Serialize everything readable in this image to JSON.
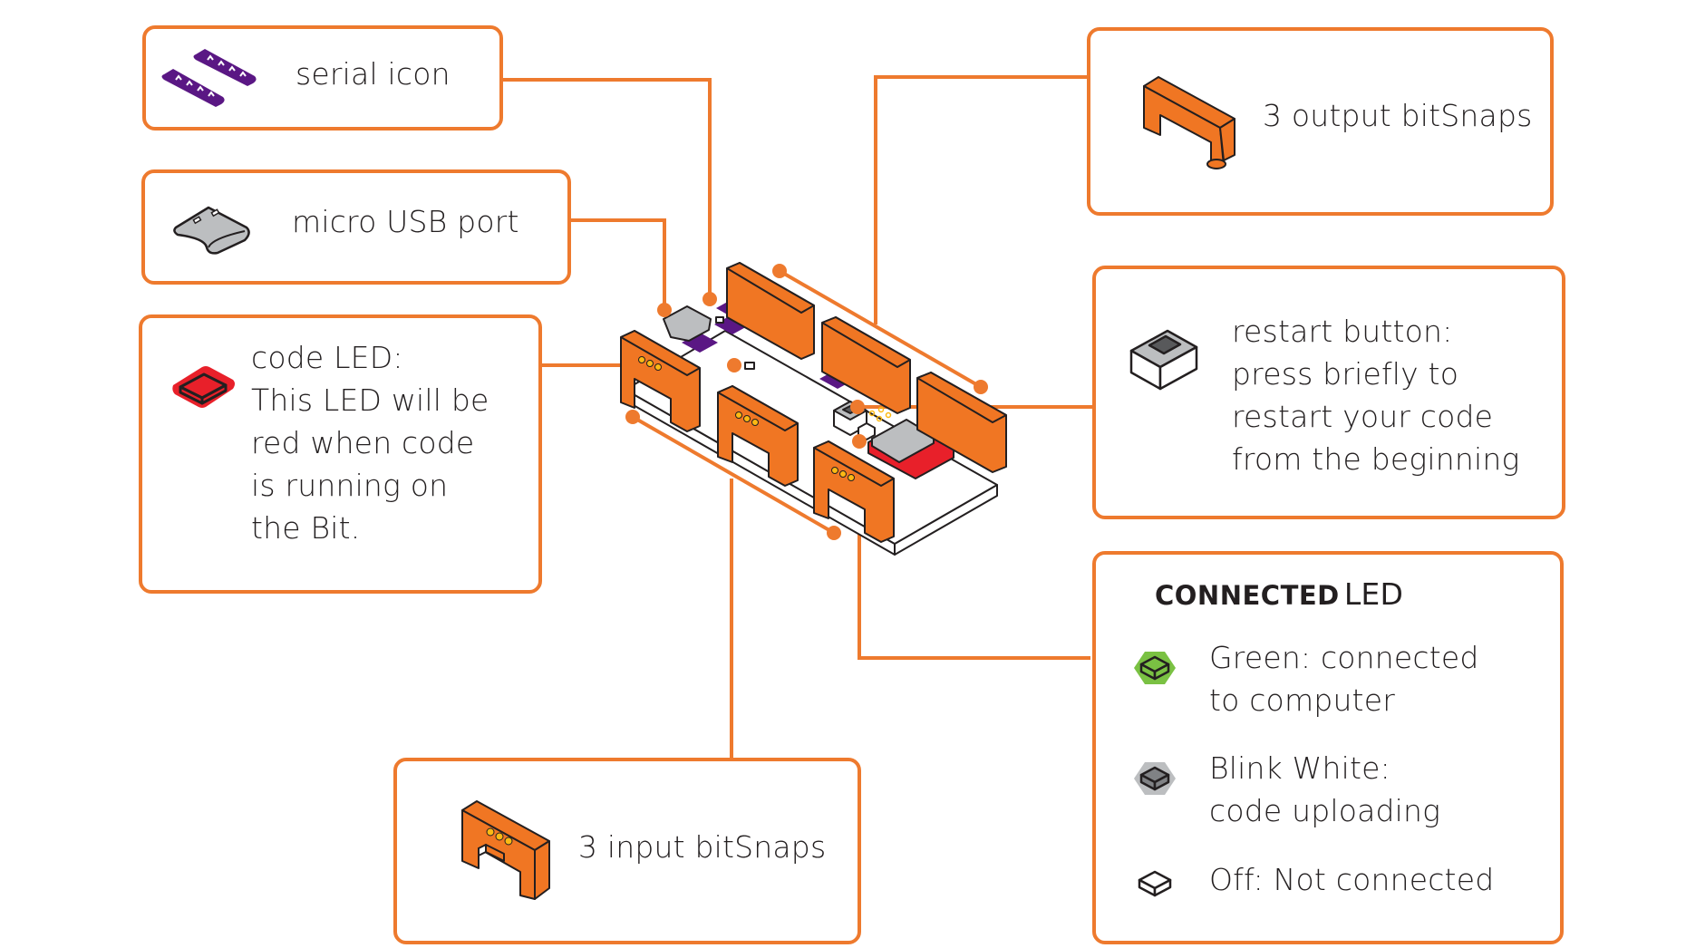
{
  "colors": {
    "accent_orange": "#ee7a2e",
    "snap_orange": "#f07623",
    "serial_purple": "#5a1784",
    "code_led_red": "#e8202a",
    "connected_green": "#7ac143",
    "usb_gray": "#bcbec0",
    "text": "#231f20"
  },
  "callouts": {
    "serial": {
      "icon": "serial-icon",
      "label": "serial icon"
    },
    "usb": {
      "icon": "micro-usb-icon",
      "label": "micro USB port"
    },
    "code_led": {
      "icon": "red-led-icon",
      "lines": [
        "code LED:",
        "This LED will be",
        "red when code",
        "is running on",
        "the Bit."
      ]
    },
    "output": {
      "icon": "output-bitsnap-icon",
      "label": "3 output bitSnaps"
    },
    "restart": {
      "icon": "restart-button-icon",
      "lines": [
        "restart button:",
        "press briefly to",
        "restart your code",
        "from the beginning"
      ]
    },
    "connected_led": {
      "title_bold": "CONNECTED",
      "title_rest": "LED",
      "states": [
        {
          "icon": "green-led-icon",
          "lines": [
            "Green: connected",
            "to computer"
          ]
        },
        {
          "icon": "gray-led-icon",
          "lines": [
            "Blink White:",
            "code uploading"
          ]
        },
        {
          "icon": "off-led-icon",
          "lines": [
            "Off: Not connected"
          ]
        }
      ]
    },
    "input": {
      "icon": "input-bitsnap-icon",
      "label": "3 input bitSnaps"
    }
  },
  "board": {
    "name": "bit board illustration"
  }
}
